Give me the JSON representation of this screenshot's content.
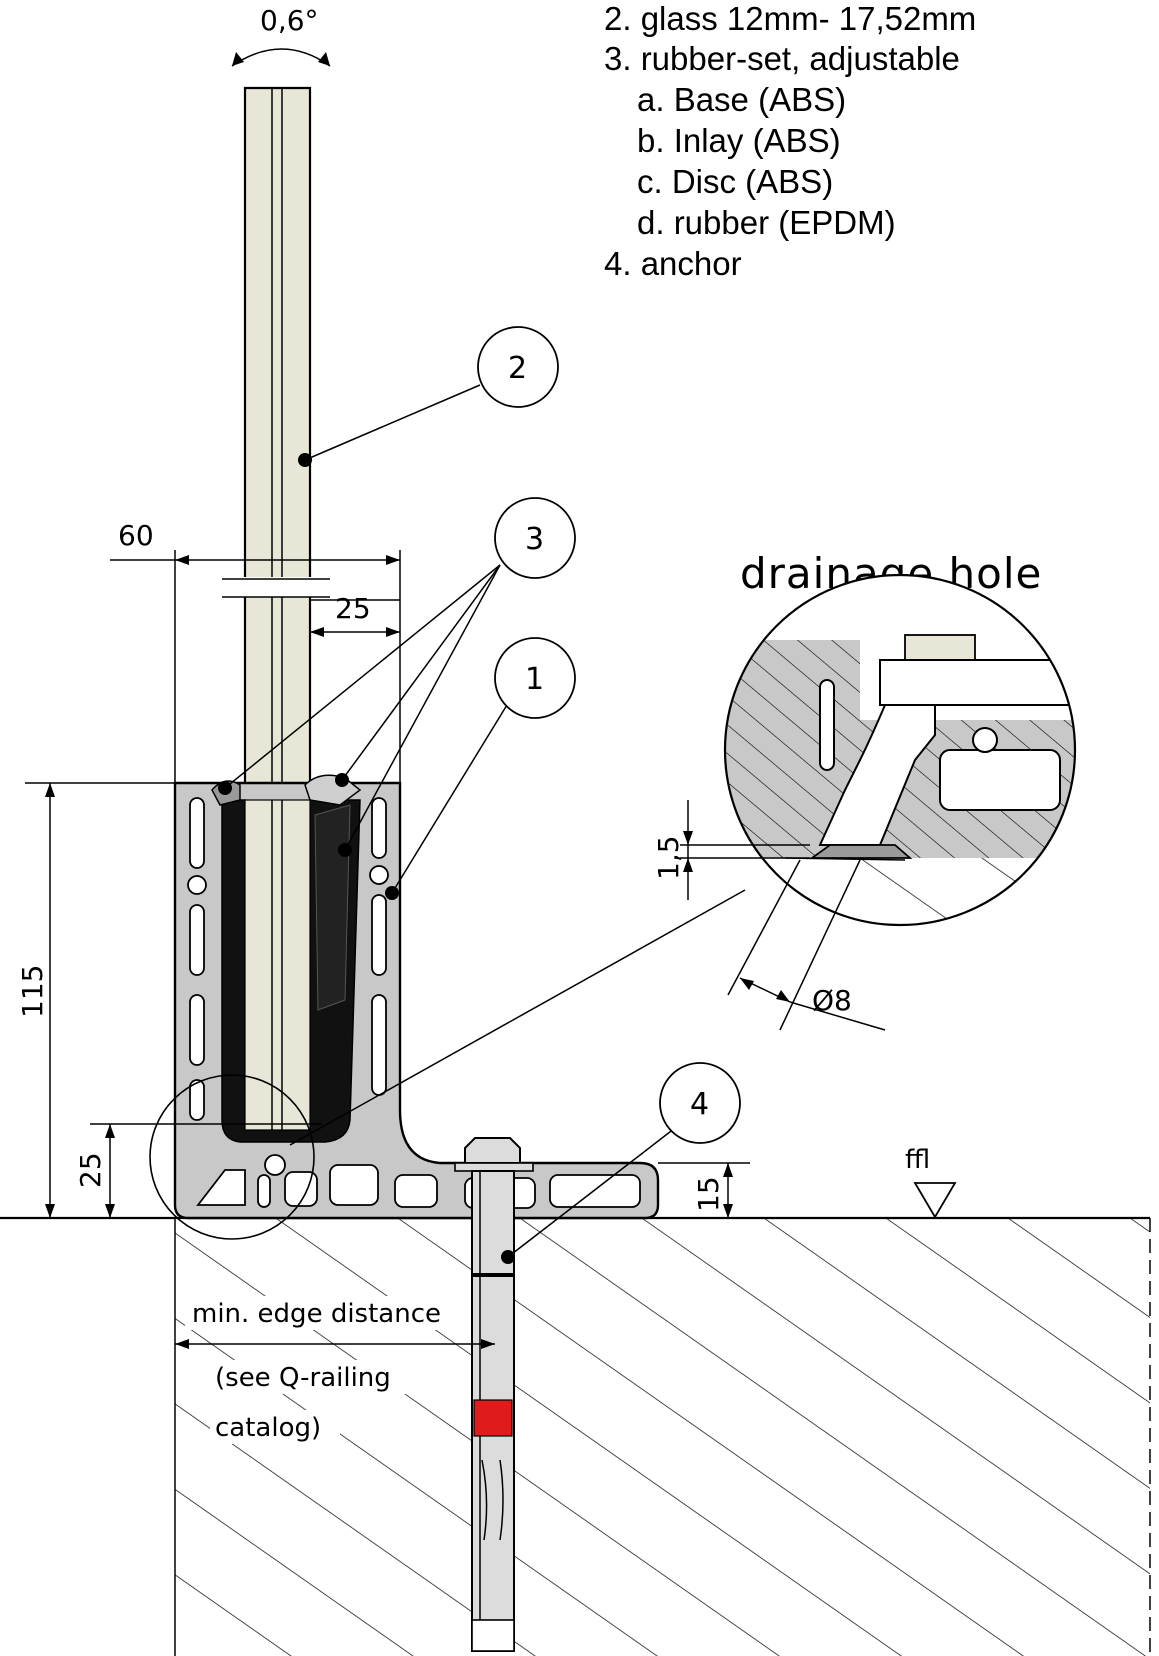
{
  "legend": {
    "items": [
      {
        "text": "2. glass 12mm- 17,52mm"
      },
      {
        "text": "3. rubber-set, adjustable"
      },
      {
        "text": "a. Base (ABS)"
      },
      {
        "text": "b. Inlay (ABS)"
      },
      {
        "text": "c. Disc (ABS)"
      },
      {
        "text": "d. rubber (EPDM)"
      },
      {
        "text": "4. anchor"
      }
    ]
  },
  "detail": {
    "title": "drainage hole",
    "dim_thickness": "1,5",
    "dim_diameter": "Ø8"
  },
  "dimensions": {
    "angle": "0,6°",
    "width_60": "60",
    "width_25": "25",
    "height_115": "115",
    "height_25": "25",
    "height_15": "15"
  },
  "callouts": {
    "c1": "1",
    "c2": "2",
    "c3": "3",
    "c4": "4"
  },
  "labels": {
    "ffl": "ffl",
    "edge_line1": "min. edge distance",
    "edge_line2": "(see Q-railing",
    "edge_line3": "catalog)"
  },
  "colors": {
    "glass": "#e8e6d6",
    "profile": "#c8c8c8",
    "rubber": "#111111",
    "anchor": "#dcdcdc",
    "anchor_band": "#e01b1b"
  }
}
